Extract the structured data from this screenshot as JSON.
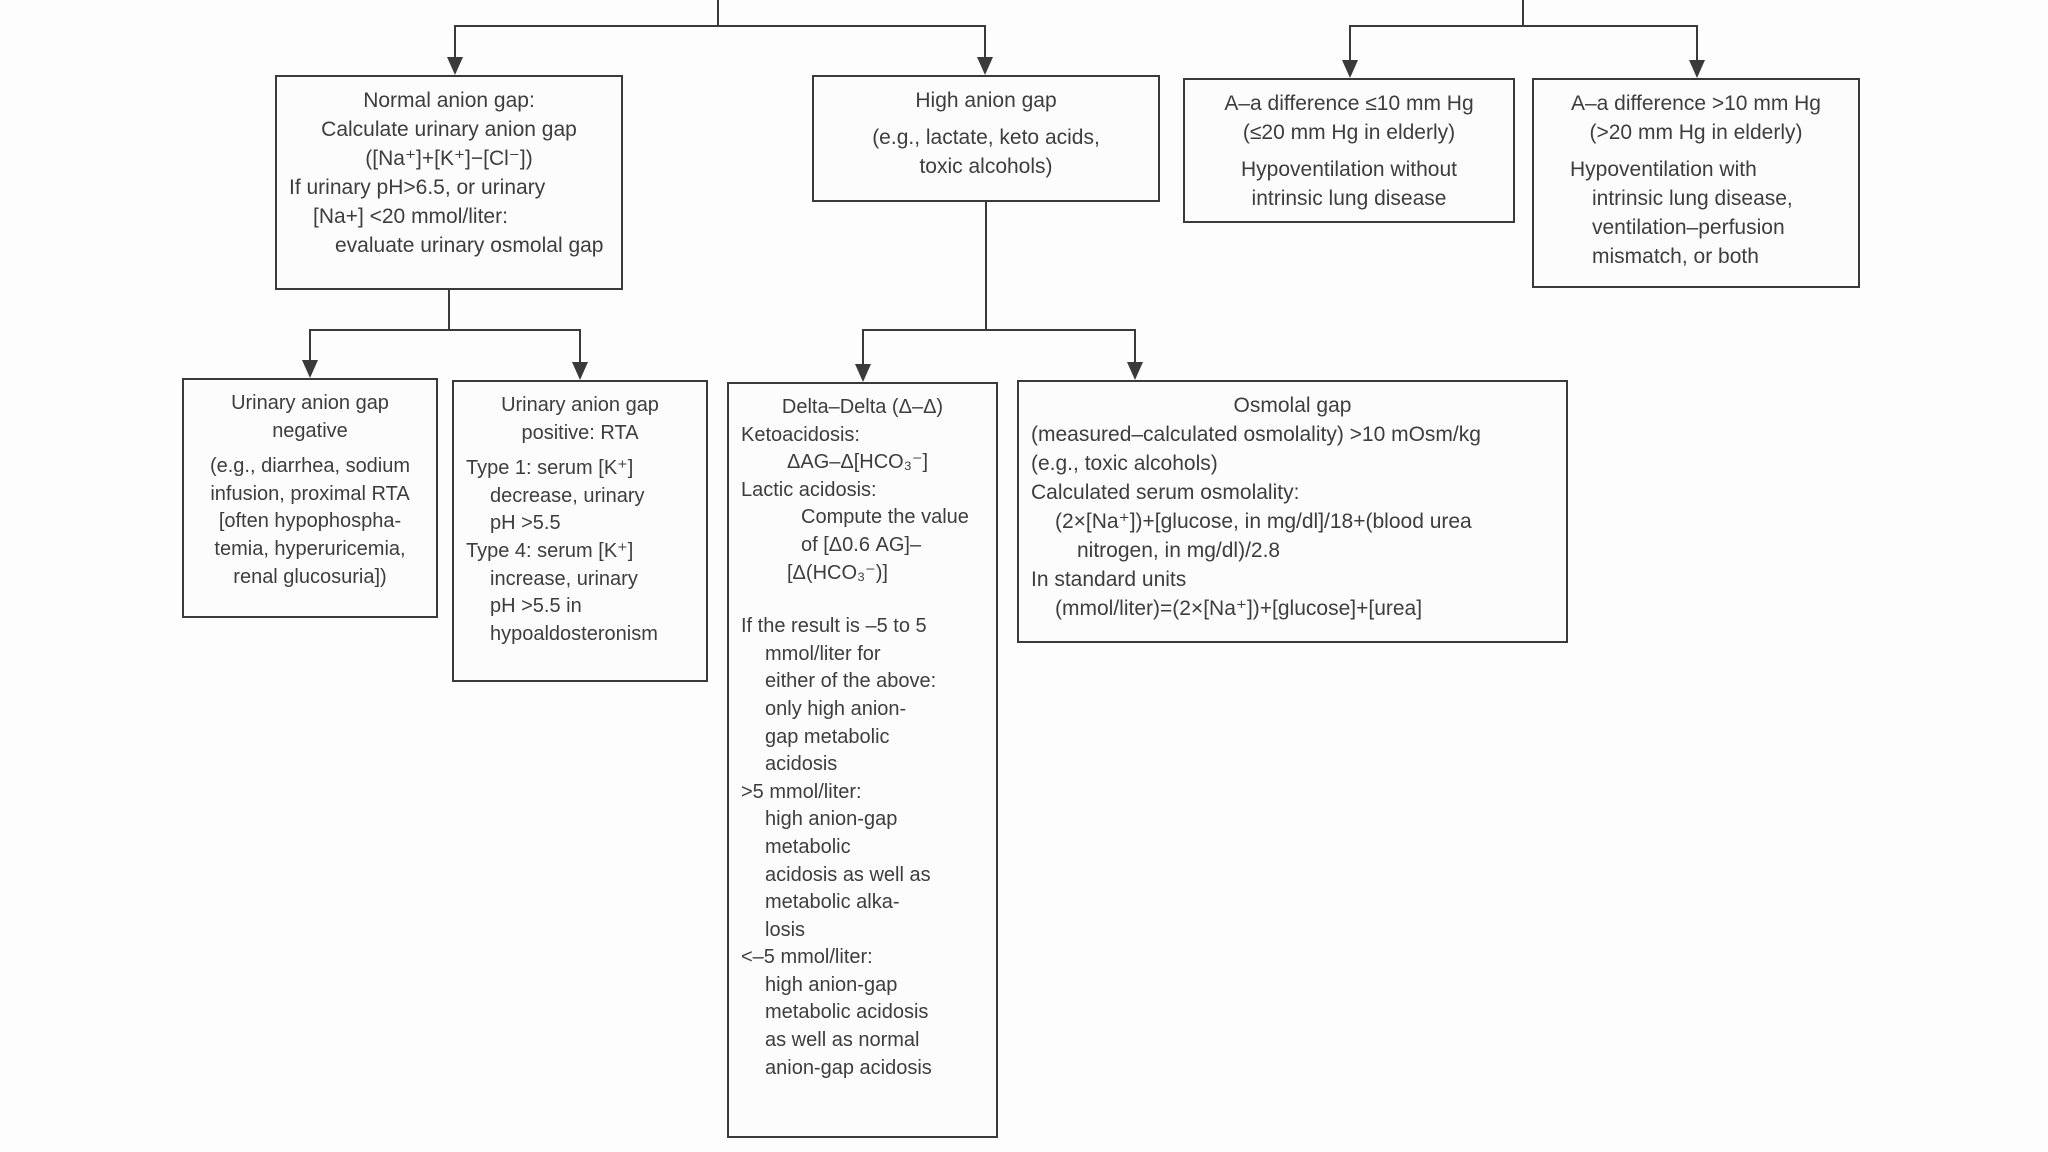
{
  "palette": {
    "background": "#fdfdfd",
    "line_color": "#3a3a3a",
    "text_color": "#3d3d3d",
    "box_background": "#fcfcfc"
  },
  "diagram": {
    "type": "flowchart",
    "nodes": {
      "normal_anion_gap": {
        "lines": [
          "Normal anion gap:",
          "Calculate urinary anion gap",
          "([Na⁺]+[K⁺]−[Cl⁻])",
          "If urinary pH>6.5, or urinary",
          "[Na+] <20 mmol/liter:",
          "evaluate urinary osmolal gap"
        ]
      },
      "high_anion_gap": {
        "lines": [
          "High anion gap",
          "(e.g., lactate, keto acids,",
          "toxic alcohols)"
        ]
      },
      "aa_difference_normal": {
        "lines": [
          "A–a difference ≤10 mm Hg",
          "(≤20 mm Hg in elderly)",
          "Hypoventilation without",
          "intrinsic lung disease"
        ]
      },
      "aa_difference_high": {
        "lines": [
          "A–a difference >10 mm Hg",
          "(>20 mm Hg in elderly)",
          "Hypoventilation with",
          "intrinsic lung disease,",
          "ventilation–perfusion",
          "mismatch, or both"
        ]
      },
      "uag_negative": {
        "lines": [
          "Urinary anion gap",
          "negative",
          "(e.g., diarrhea, sodium",
          "infusion, proximal RTA",
          "[often hypophospha-",
          "temia, hyperuricemia,",
          "renal glucosuria])"
        ]
      },
      "uag_positive": {
        "lines": [
          "Urinary anion gap",
          "positive: RTA",
          "Type 1: serum [K⁺]",
          "decrease, urinary",
          "pH >5.5",
          "Type 4: serum [K⁺]",
          "increase, urinary",
          "pH >5.5 in",
          "hypoaldosteronism"
        ]
      },
      "delta_delta": {
        "lines": [
          "Delta–Delta (Δ–Δ)",
          "Ketoacidosis:",
          "ΔAG–Δ[HCO₃⁻]",
          "Lactic acidosis:",
          "Compute the value",
          "of [Δ0.6 AG]–",
          "[Δ(HCO₃⁻)]",
          "If the result is –5 to 5",
          "mmol/liter for",
          "either of the above:",
          "only high anion-",
          "gap metabolic",
          "acidosis",
          ">5 mmol/liter:",
          "high anion-gap",
          "metabolic",
          "acidosis as well as",
          "metabolic alka-",
          "losis",
          "<–5 mmol/liter:",
          "high anion-gap",
          "metabolic acidosis",
          "as well as normal",
          "anion-gap acidosis"
        ]
      },
      "osmolal_gap": {
        "lines": [
          "Osmolal gap",
          "(measured–calculated osmolality) >10 mOsm/kg",
          "(e.g., toxic alcohols)",
          "Calculated serum osmolality:",
          "(2×[Na⁺])+[glucose, in mg/dl]/18+(blood urea",
          "nitrogen, in mg/dl)/2.8",
          "In standard units",
          "(mmol/liter)=(2×[Na⁺])+[glucose]+[urea]"
        ]
      }
    }
  }
}
